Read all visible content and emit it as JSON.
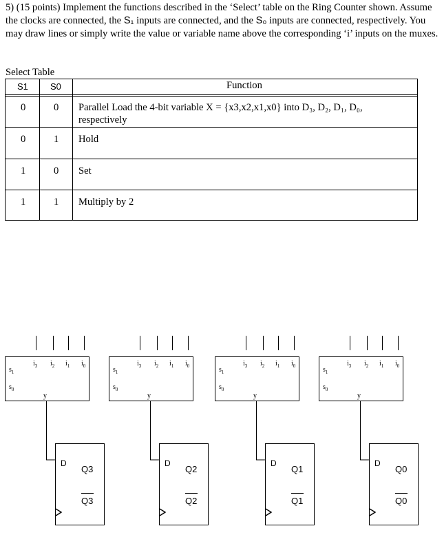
{
  "problem": {
    "header": "5) (15 points) Implement the functions described in the ‘Select’ table on the Ring Counter shown. Assume the clocks are connected, the",
    "s1": "S₁",
    "mid1": "inputs are connected, and the",
    "s0": "S₀",
    "tail": "inputs are connected, respectively. You may draw lines or simply write the value or variable name above the corresponding ‘i’ inputs on the muxes."
  },
  "select_table": {
    "label": "Select Table",
    "headers": [
      "S1",
      "S0",
      "Function"
    ],
    "rows": [
      {
        "s1": "0",
        "s0": "0",
        "fn_line1": "Parallel Load the 4-bit variable X = {x3,x2,x1,x0} into D₃, D₂, D₁, D₀,",
        "fn_line2": "respectively"
      },
      {
        "s1": "0",
        "s0": "1",
        "fn_line1": "Hold",
        "fn_line2": ""
      },
      {
        "s1": "1",
        "s0": "0",
        "fn_line1": "Set",
        "fn_line2": ""
      },
      {
        "s1": "1",
        "s0": "1",
        "fn_line1": "Multiply by 2",
        "fn_line2": ""
      }
    ]
  },
  "circuit": {
    "mux_inputs": [
      "i3",
      "i2",
      "i1",
      "i0"
    ],
    "mux_select": [
      "S1",
      "S0"
    ],
    "mux_output": "y",
    "ff_input": "D",
    "flipflops": [
      {
        "q": "Q3",
        "qbar": "Q3"
      },
      {
        "q": "Q2",
        "qbar": "Q2"
      },
      {
        "q": "Q1",
        "qbar": "Q1"
      },
      {
        "q": "Q0",
        "qbar": "Q0"
      }
    ]
  }
}
